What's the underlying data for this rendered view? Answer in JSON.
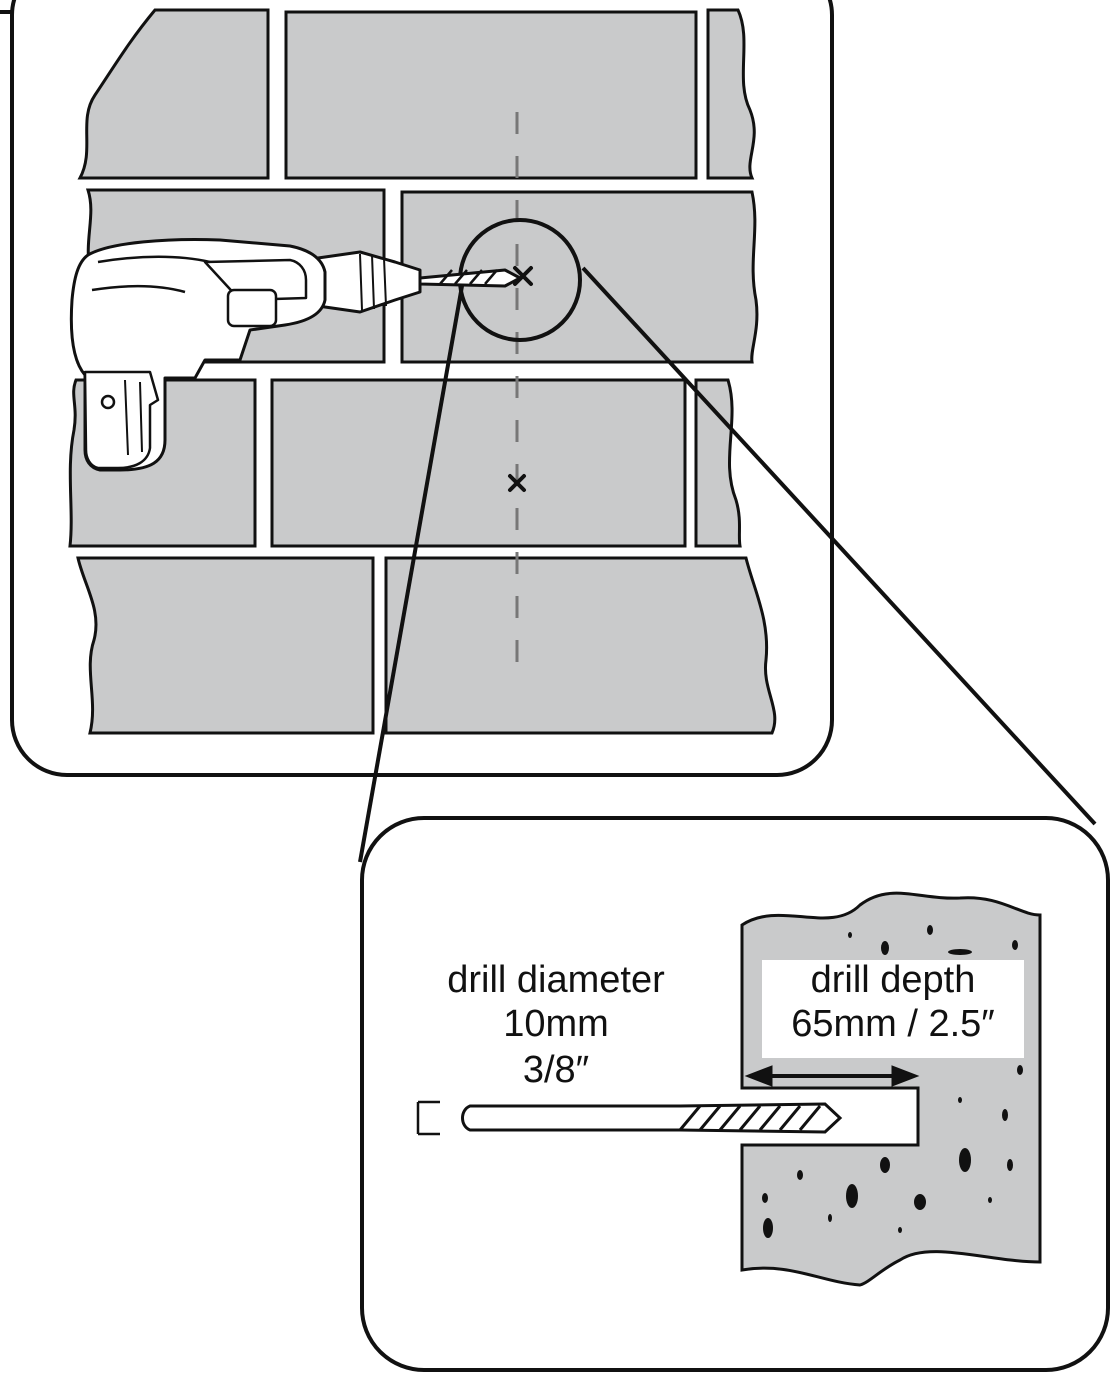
{
  "colors": {
    "brick": "#c9cacb",
    "mortar": "#ffffff",
    "ink": "#111111",
    "concrete": "#c9cacb",
    "label_box": "#ffffff"
  },
  "icons": {
    "power_drill": "drill-icon",
    "drill_bit": "drill-bit-icon",
    "drill_mark": "x-mark-icon"
  },
  "detail": {
    "diameter": {
      "line1": "drill diameter",
      "line2": "10mm",
      "line3": "3/8″"
    },
    "depth": {
      "line1": "drill depth",
      "line2": "65mm / 2.5″"
    }
  }
}
